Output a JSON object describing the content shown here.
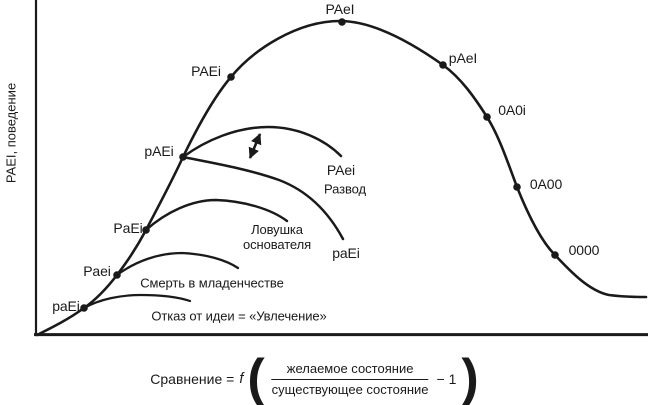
{
  "colors": {
    "ink": "#1a1a1a",
    "background": "#ffffff"
  },
  "y_axis": {
    "label": "PAEI, поведение"
  },
  "curve_labels": [
    "paEi",
    "Paei",
    "PaEi",
    "pAEi",
    "PAEi",
    "PAeI",
    "pAeI",
    "0A0i",
    "0A00",
    "0000"
  ],
  "annotations": {
    "divorce_branch_code": "PAei",
    "divorce": "Развод",
    "founders_trap": "Ловушка\nоснователя",
    "infant_death": "Смерть в младенчестве",
    "affair": "Отказ от идеи = «Увлечение»",
    "divorce_branch_end_code": "paEi"
  },
  "formula": {
    "lhs": "Сравнение =",
    "function": "f",
    "open_paren": "(",
    "numerator": "желаемое состояние",
    "denominator": "существующее состояние",
    "tail": "− 1",
    "close_paren": ")"
  }
}
